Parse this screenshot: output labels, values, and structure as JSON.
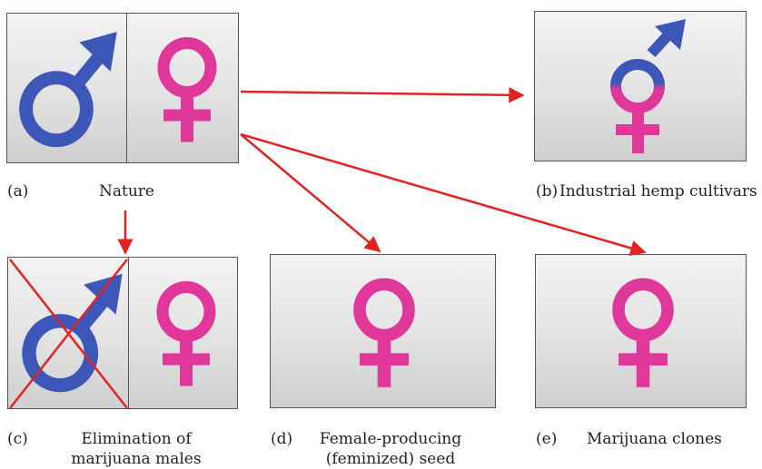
{
  "colors": {
    "male": "#3c57b8",
    "female": "#e0389a",
    "arrow": "#e02424",
    "cross": "#e02424"
  },
  "icons": {
    "male": "mars-symbol-icon",
    "female": "venus-symbol-icon",
    "hermaphrodite": "hermaphrodite-symbol-icon"
  },
  "panels": {
    "a": {
      "letter": "(a)",
      "label": "Nature"
    },
    "b": {
      "letter": "(b)",
      "label": "Industrial hemp cultivars"
    },
    "c": {
      "letter": "(c)",
      "label_line1": "Elimination of",
      "label_line2": "marijuana males"
    },
    "d": {
      "letter": "(d)",
      "label_line1": "Female-producing",
      "label_line2": "(feminized) seed"
    },
    "e": {
      "letter": "(e)",
      "label": "Marijuana clones"
    }
  }
}
